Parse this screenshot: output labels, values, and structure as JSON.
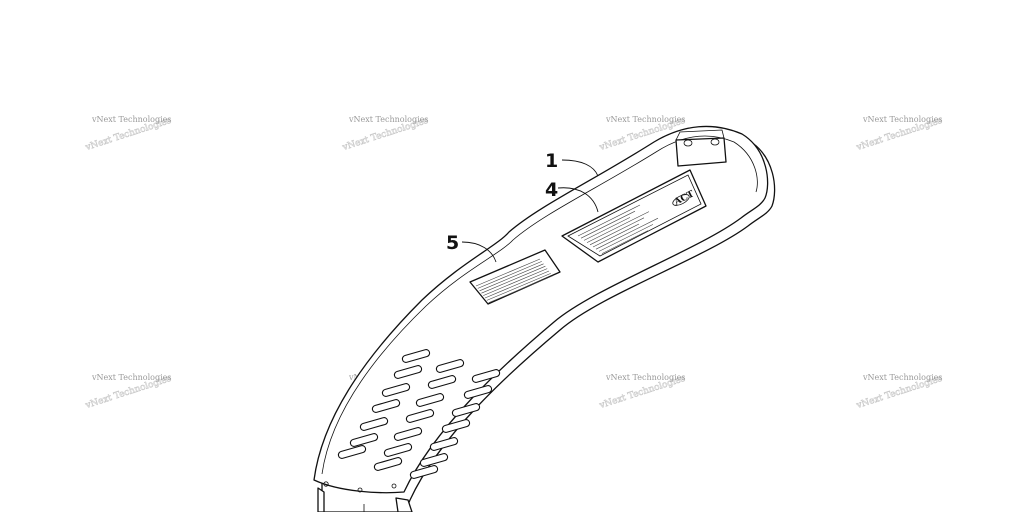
{
  "watermark": {
    "text": "vNext Technologies"
  },
  "callouts": [
    {
      "number": "1"
    },
    {
      "number": "4"
    },
    {
      "number": "5"
    }
  ],
  "label_logo": "ACT",
  "colors": {
    "line": "#111111",
    "background": "#ffffff",
    "watermark": "#9a9a9a"
  }
}
